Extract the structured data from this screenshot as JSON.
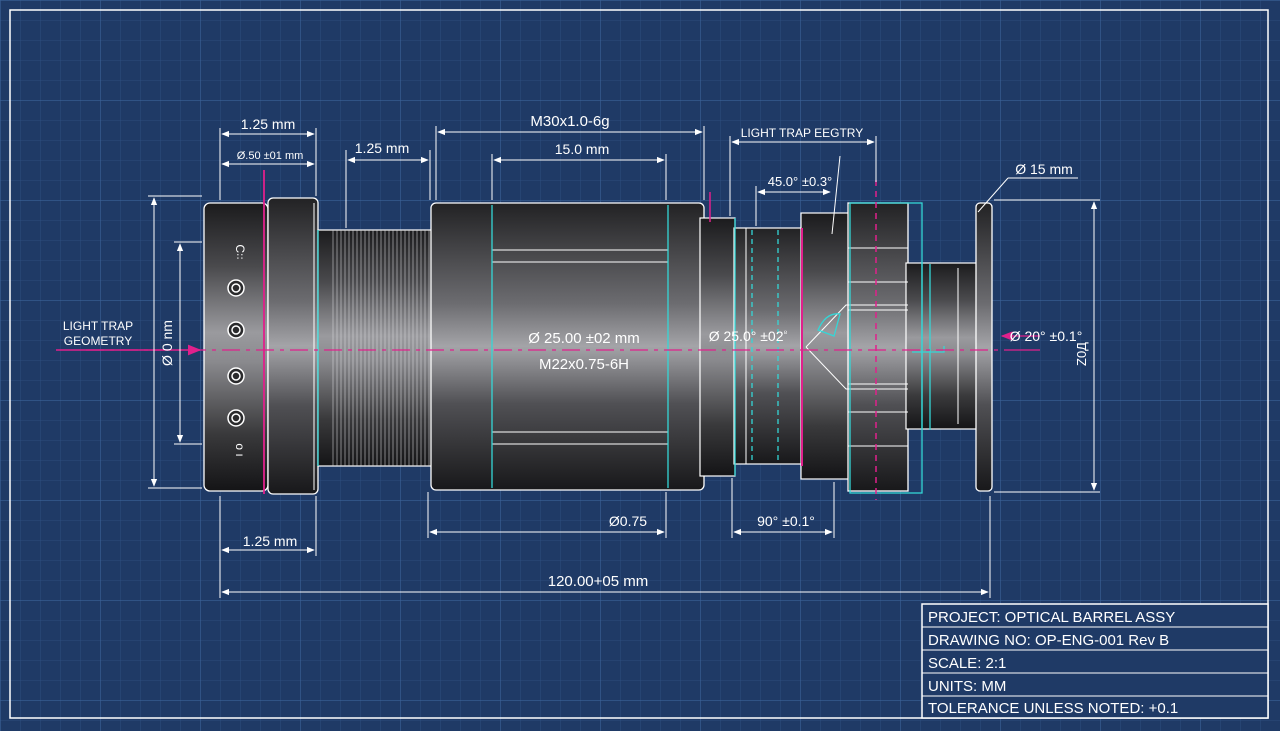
{
  "colors": {
    "background": "#1f3a66",
    "grid_minor": "#2f5284",
    "grid_major": "#3b6298",
    "lines": "#ffffff",
    "accent_cyan": "#35d6d6",
    "accent_magenta": "#e0208c",
    "metal_dark": "#1b1b1d",
    "metal_light": "#8a8a8e"
  },
  "dims": {
    "flange_width": "1.25 mm",
    "flange_dia": "Ø.50 ±01 mm",
    "thread_len": "1.25 mm",
    "thread_spec": "M30x1.0-6g",
    "body_len": "15.0 mm",
    "light_trap_top": "LIGHT TRAP EEGTRY",
    "angle_top": "45.0° ±0.3°",
    "end_dia": "Ø 15 mm",
    "left_label_line1": "LIGHT TRAP",
    "left_label_line2": "GEOMETRY",
    "left_dia": "Ø 0 nm",
    "body_dia": "Ø 25.00 ±02 mm",
    "body_thread": "M22x0.75-6H",
    "inner_dia": "Ø 25.0° ±02",
    "inner_dia_sup": "⁸",
    "end_dia_tol": "Ø 20° ±0.1°",
    "right_vertical": "Z0Д",
    "bottom_dia": "Ø0.75",
    "bottom_angle": "90° ±0.1°",
    "bottom_width": "1.25 mm",
    "overall": "120.00+05 mm"
  },
  "flange_marks": {
    "top": "C꞉꞉",
    "bottom": "o ı"
  },
  "title_block": {
    "project": "PROJECT: OPTICAL BARREL ASSY",
    "drawing_no": "DRAWING NO: OP-ENG-001 Rev B",
    "scale": "SCALE: 2:1",
    "units": "UNITS: MM",
    "tolerance": "TOLERANCE UNLESS NOTED: +0.1"
  }
}
